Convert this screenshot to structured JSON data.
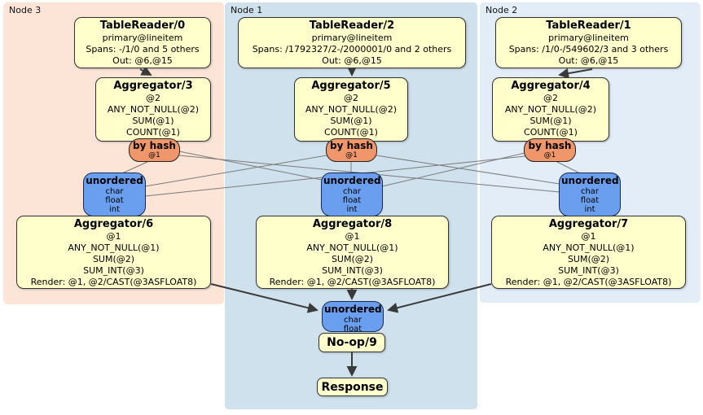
{
  "regions": [
    {
      "label": "Node 3",
      "table_reader": {
        "title": "TableReader/0",
        "lines": [
          "primary@lineitem",
          "Spans: -/1/0 and 5 others",
          "Out: @6,@15"
        ]
      },
      "aggregator_top": {
        "title": "Aggregator/3",
        "lines": [
          "@2",
          "ANY_NOT_NULL(@2)",
          "SUM(@1)",
          "COUNT(@1)"
        ]
      },
      "router": {
        "title": "by hash",
        "detail": "@1"
      },
      "sync": {
        "title": "unordered",
        "lines": [
          "char",
          "float",
          "int"
        ]
      },
      "aggregator_bottom": {
        "title": "Aggregator/6",
        "lines": [
          "@1",
          "ANY_NOT_NULL(@1)",
          "SUM(@2)",
          "SUM_INT(@3)",
          "Render: @1, @2/CAST(@3ASFLOAT8)"
        ]
      }
    },
    {
      "label": "Node 1",
      "table_reader": {
        "title": "TableReader/2",
        "lines": [
          "primary@lineitem",
          "Spans: /1792327/2-/2000001/0 and 2 others",
          "Out: @6,@15"
        ]
      },
      "aggregator_top": {
        "title": "Aggregator/5",
        "lines": [
          "@2",
          "ANY_NOT_NULL(@2)",
          "SUM(@1)",
          "COUNT(@1)"
        ]
      },
      "router": {
        "title": "by hash",
        "detail": "@1"
      },
      "sync": {
        "title": "unordered",
        "lines": [
          "char",
          "float",
          "int"
        ]
      },
      "aggregator_bottom": {
        "title": "Aggregator/8",
        "lines": [
          "@1",
          "ANY_NOT_NULL(@1)",
          "SUM(@2)",
          "SUM_INT(@3)",
          "Render: @1, @2/CAST(@3ASFLOAT8)"
        ]
      }
    },
    {
      "label": "Node 2",
      "table_reader": {
        "title": "TableReader/1",
        "lines": [
          "primary@lineitem",
          "Spans: /1/0-/549602/3 and 3 others",
          "Out: @6,@15"
        ]
      },
      "aggregator_top": {
        "title": "Aggregator/4",
        "lines": [
          "@2",
          "ANY_NOT_NULL(@2)",
          "SUM(@1)",
          "COUNT(@1)"
        ]
      },
      "router": {
        "title": "by hash",
        "detail": "@1"
      },
      "sync": {
        "title": "unordered",
        "lines": [
          "char",
          "float",
          "int"
        ]
      },
      "aggregator_bottom": {
        "title": "Aggregator/7",
        "lines": [
          "@1",
          "ANY_NOT_NULL(@1)",
          "SUM(@2)",
          "SUM_INT(@3)",
          "Render: @1, @2/CAST(@3ASFLOAT8)"
        ]
      }
    }
  ],
  "final": {
    "sync": {
      "title": "unordered",
      "lines": [
        "char",
        "float"
      ]
    },
    "noop_label": "No-op/9",
    "response_label": "Response"
  },
  "colors": {
    "node3_bg": "#fce4d7",
    "node1_bg": "#cfe1ec",
    "node2_bg": "#e2edf8",
    "processor_fill": "#ffffcc",
    "router_fill": "#f0966b",
    "sync_fill": "#6a9ff0",
    "edge_thick": "#3a3a3a",
    "edge_thin": "#7a7a7a"
  }
}
